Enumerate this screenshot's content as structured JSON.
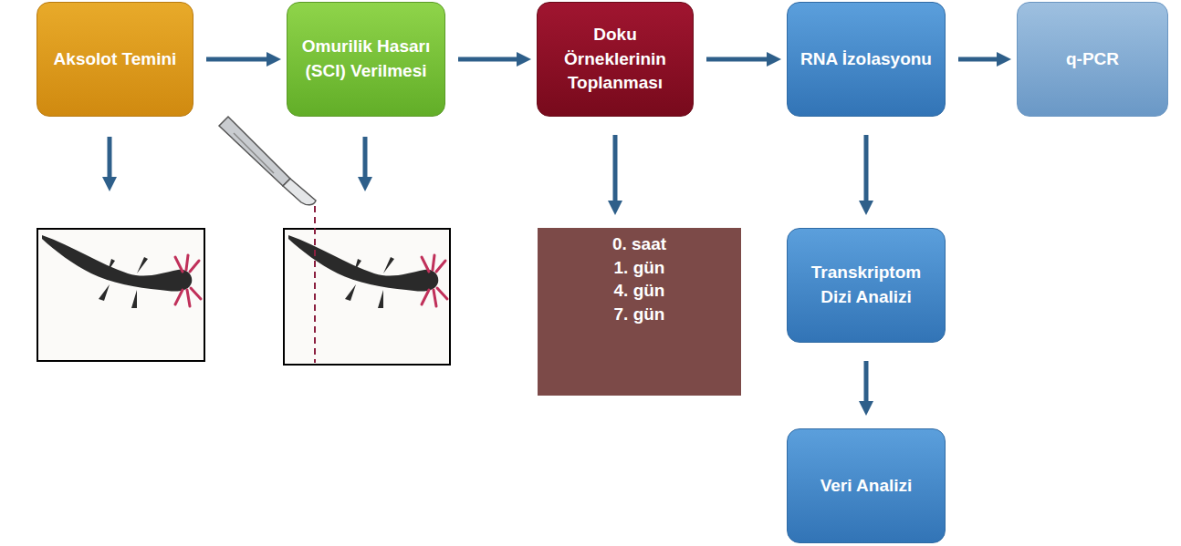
{
  "diagram": {
    "nodes": [
      {
        "text": [
          "Aksolot Temini"
        ]
      },
      {
        "text": [
          "Omurilik Hasarı (SCI) Verilmesi"
        ]
      },
      {
        "text": [
          "Doku Örneklerinin Toplanması"
        ]
      },
      {
        "text": [
          "RNA İzolasyonu"
        ]
      },
      {
        "text": [
          "q-PCR"
        ]
      },
      {
        "text": [
          "0. saat",
          "1. gün",
          "4. gün",
          "7. gün"
        ]
      },
      {
        "text": [
          "Transkriptom Dizi Analizi"
        ]
      },
      {
        "text": [
          "Veri Analizi"
        ]
      }
    ],
    "edges": [
      {
        "from": 0,
        "to": 1,
        "arrow": "to"
      },
      {
        "from": 1,
        "to": 2,
        "arrow": "to"
      },
      {
        "from": 2,
        "to": 3,
        "arrow": "to"
      },
      {
        "from": 3,
        "to": 4,
        "arrow": "to"
      },
      {
        "from": 2,
        "to": 5,
        "arrow": "to"
      },
      {
        "from": 3,
        "to": 6,
        "arrow": "to"
      },
      {
        "from": 6,
        "to": 7,
        "arrow": "to"
      }
    ]
  }
}
